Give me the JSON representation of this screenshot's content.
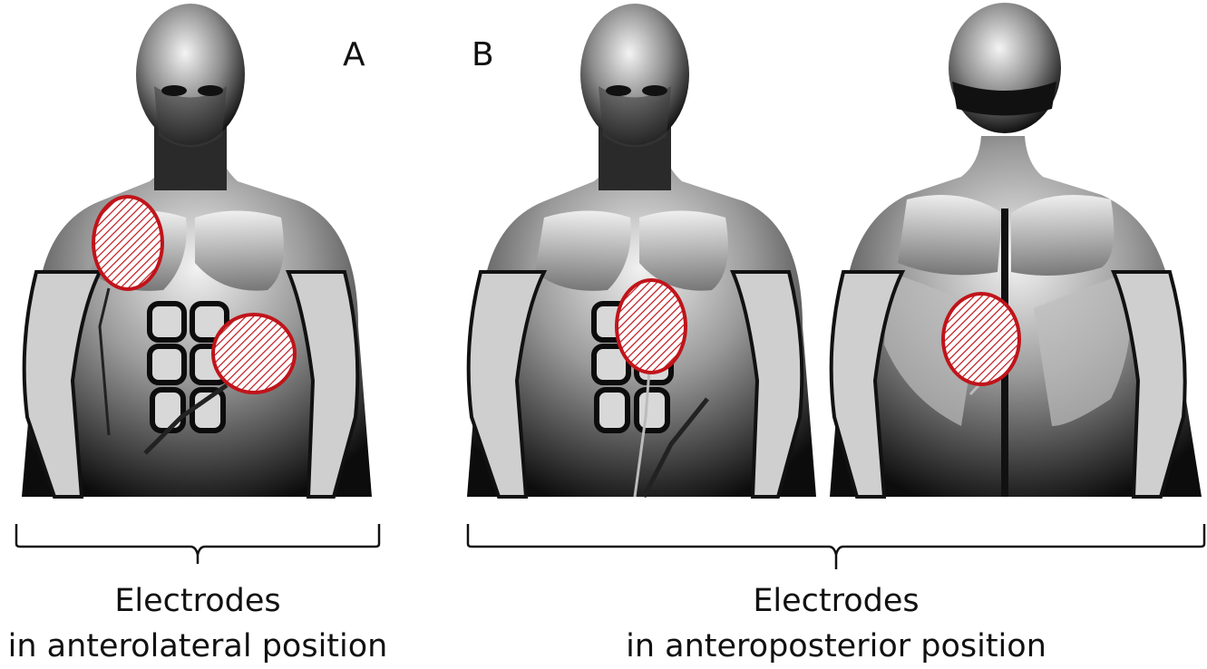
{
  "panels": [
    {
      "label": "A",
      "caption_line1": "Electrodes",
      "caption_line2": "in anterolateral position"
    },
    {
      "label": "B",
      "caption_line1": "Electrodes",
      "caption_line2": "in anteroposterior position"
    }
  ],
  "colors": {
    "electrode_border": "#c0141a",
    "electrode_hatch": "#c0141a",
    "skin_dark": "#111111",
    "skin_light": "#e8e8e8",
    "background": "#ffffff"
  },
  "figures": [
    {
      "view": "front",
      "panel": "A",
      "electrodes": 2
    },
    {
      "view": "front",
      "panel": "B",
      "electrodes": 1
    },
    {
      "view": "back",
      "panel": "B",
      "electrodes": 1
    }
  ]
}
